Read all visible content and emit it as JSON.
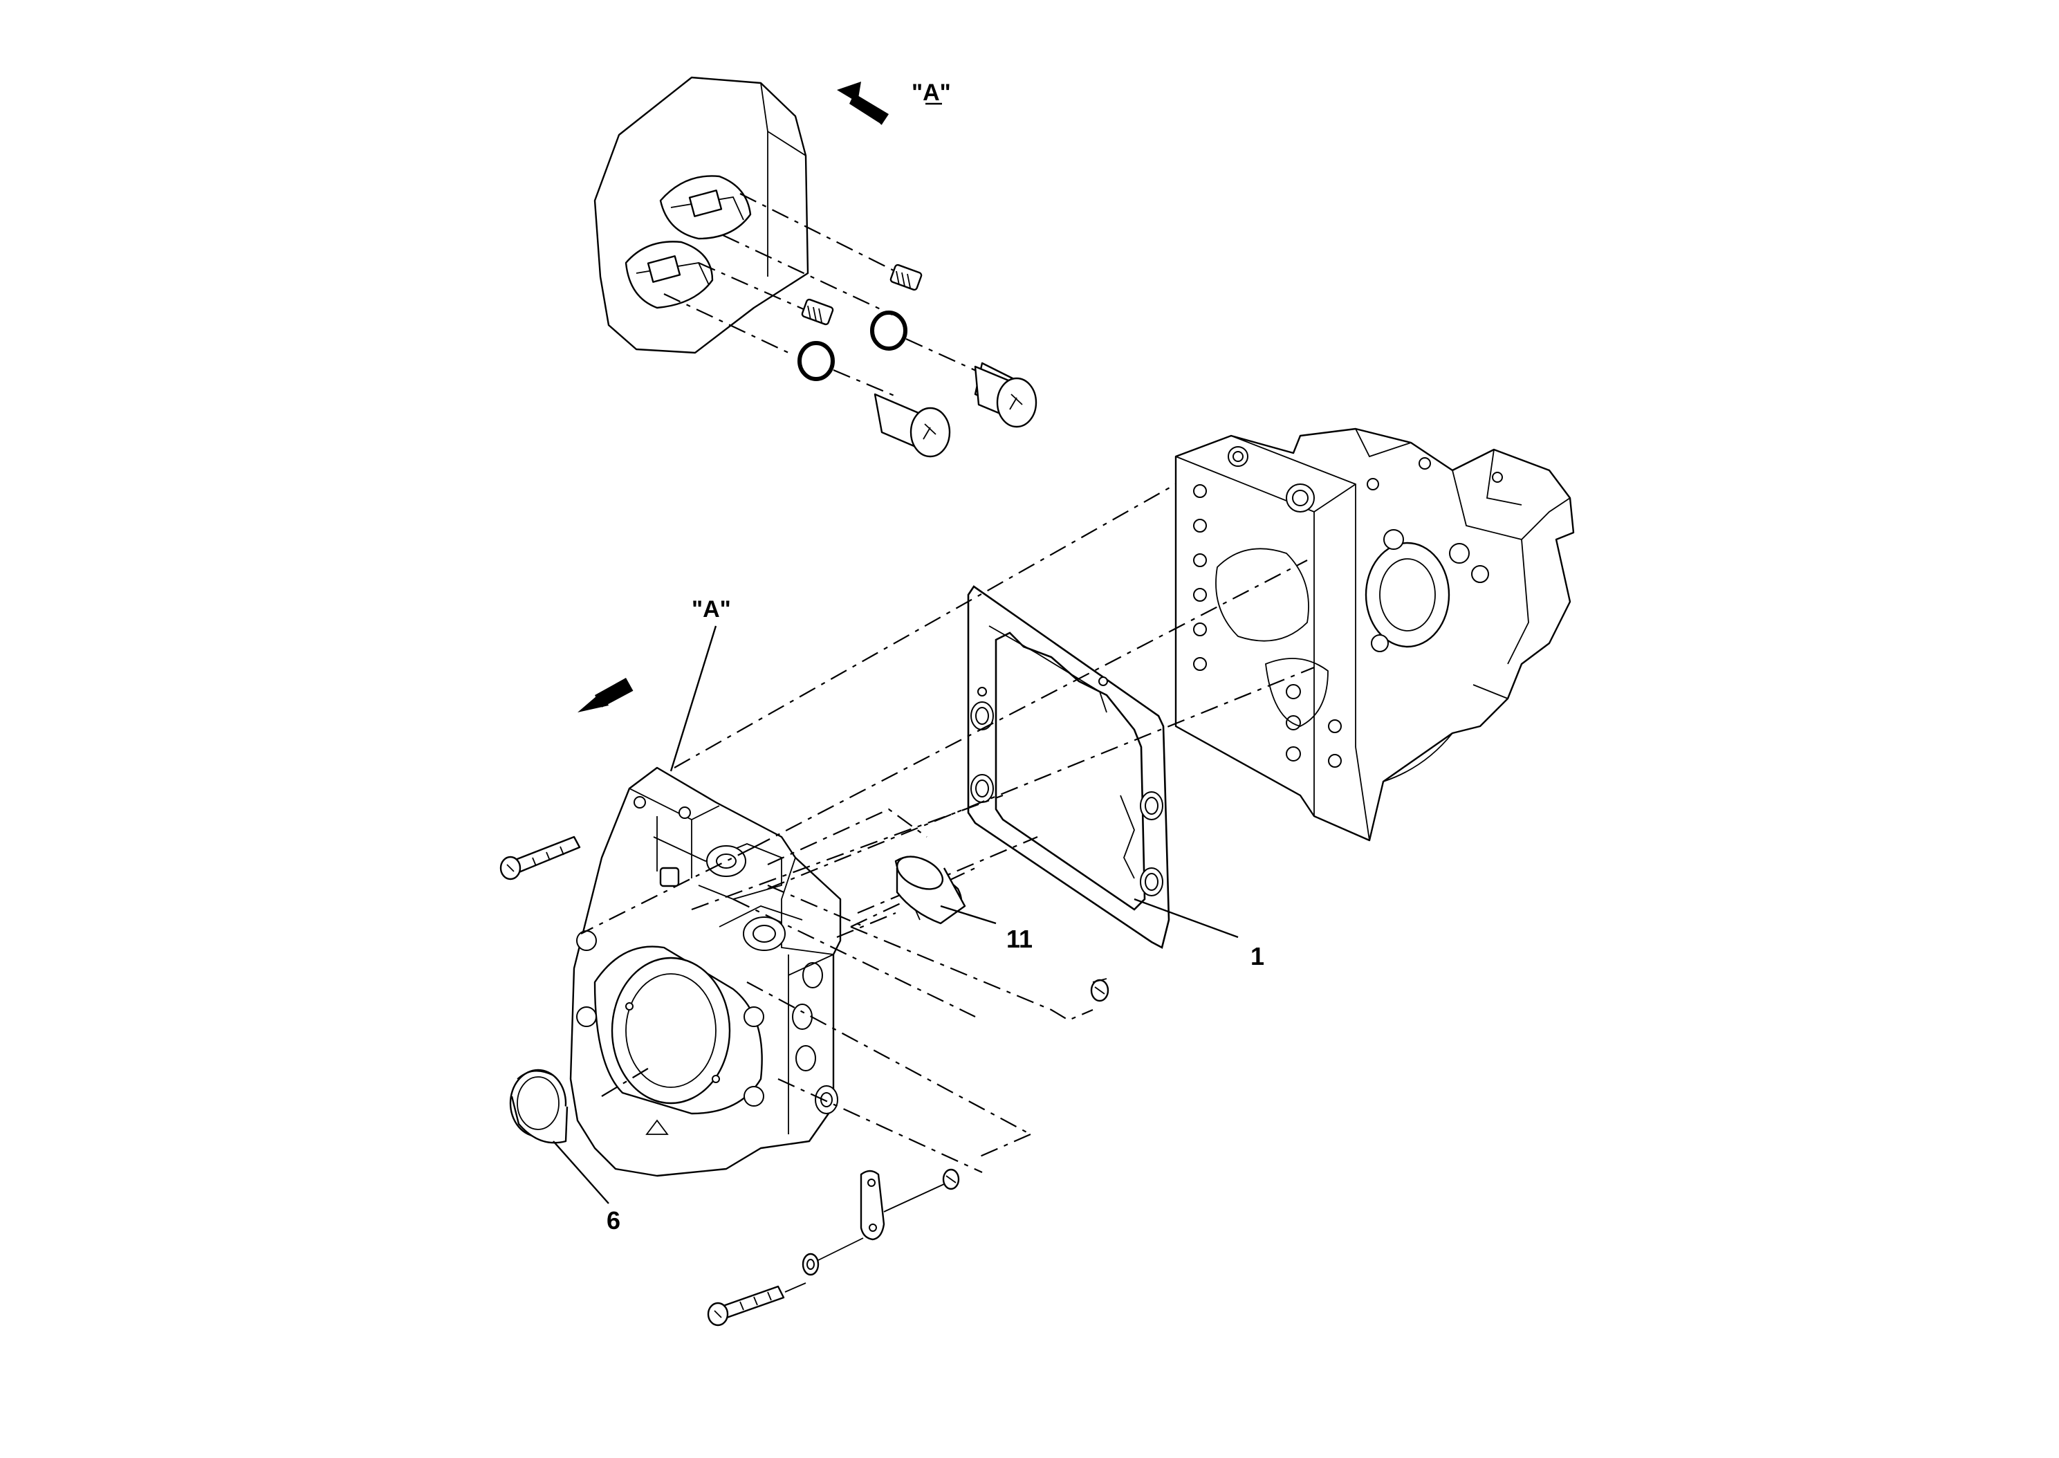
{
  "view_marker": {
    "detail_label": "\"A\"",
    "main_label": "\"A\""
  },
  "callouts": {
    "c1": "1",
    "c11": "11",
    "c6": "6"
  },
  "colors": {
    "line": "#000000",
    "background": "#ffffff"
  }
}
